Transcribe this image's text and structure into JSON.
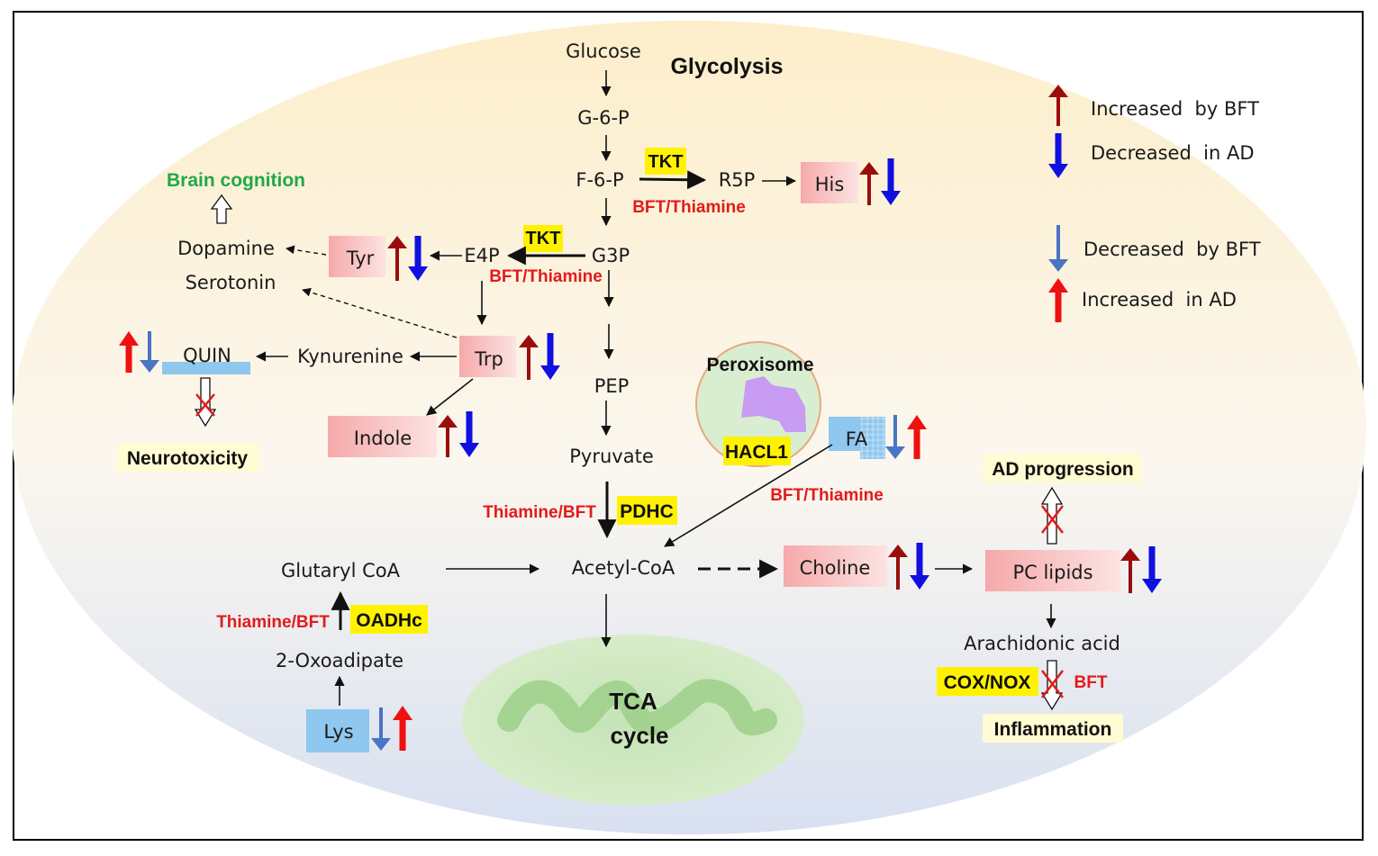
{
  "title": "Glycolysis",
  "nodes": {
    "glucose": "Glucose",
    "g6p": "G-6-P",
    "f6p": "F-6-P",
    "r5p": "R5P",
    "his": "His",
    "e4p": "E4P",
    "g3p": "G3P",
    "tyr": "Tyr",
    "dopamine": "Dopamine",
    "serotonin": "Serotonin",
    "trp": "Trp",
    "kynurenine": "Kynurenine",
    "quin": "QUIN",
    "indole": "Indole",
    "pep": "PEP",
    "pyruvate": "Pyruvate",
    "acetyl_coa": "Acetyl-CoA",
    "glutaryl_coa": "Glutaryl CoA",
    "oxoadipate": "2-Oxoadipate",
    "lys": "Lys",
    "fa": "FA",
    "choline": "Choline",
    "pc_lipids": "PC lipids",
    "arachidonic": "Arachidonic acid",
    "tca_line1": "TCA",
    "tca_line2": "cycle",
    "peroxisome": "Peroxisome"
  },
  "enzymes": {
    "tkt1": "TKT",
    "tkt2": "TKT",
    "pdhc": "PDHC",
    "oadhc": "OADHc",
    "hacl1": "HACL1",
    "cox_nox": "COX/NOX"
  },
  "cofactors": {
    "tkt1": "BFT/Thiamine",
    "tkt2": "BFT/Thiamine",
    "pdhc": "Thiamine/BFT",
    "oadhc": "Thiamine/BFT",
    "fa": "BFT/Thiamine",
    "cox": "BFT"
  },
  "outcomes": {
    "brain_cognition": "Brain cognition",
    "neurotoxicity": "Neurotoxicity",
    "ad_progression": "AD progression",
    "inflammation": "Inflammation"
  },
  "legend": [
    {
      "label": "Increased  by BFT",
      "color": "#9b0d0d",
      "direction": "up"
    },
    {
      "label": "Decreased  in AD",
      "color": "#1010e0",
      "direction": "down"
    },
    {
      "label": "Decreased  by BFT",
      "color": "#4a74c4",
      "direction": "down"
    },
    {
      "label": "Increased  in AD",
      "color": "#ee1111",
      "direction": "up"
    }
  ],
  "colors": {
    "increased_by_bft": "#9b0d0d",
    "decreased_in_ad": "#1010e0",
    "decreased_by_bft": "#4a74c4",
    "increased_in_ad": "#ee1111",
    "cofactor_text": "#e11b1b",
    "enzyme_highlight": "#fff200",
    "brain_cognition": "#22a845"
  }
}
